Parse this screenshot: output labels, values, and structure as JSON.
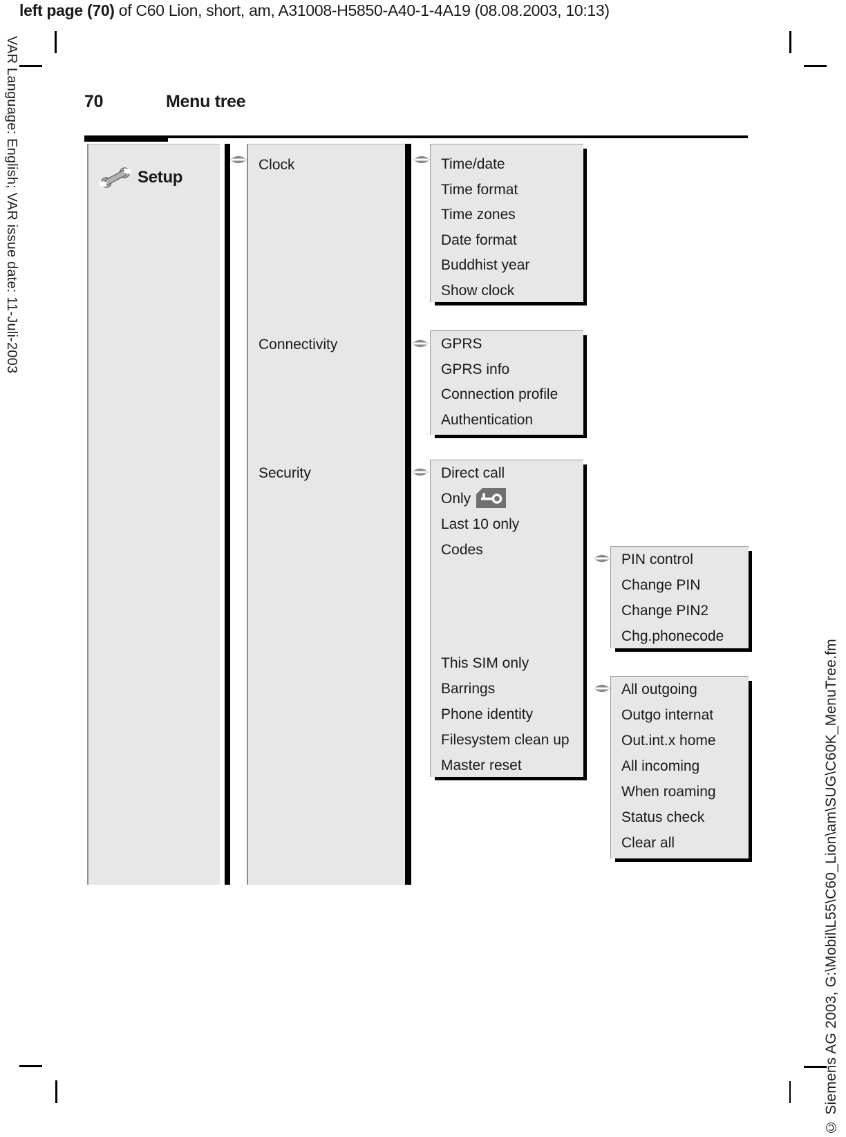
{
  "header": {
    "bold": "left page (70)",
    "rest": " of C60 Lion, short, am, A31008-H5850-A40-1-4A19 (08.08.2003, 10:13)"
  },
  "margins": {
    "left_text": "VAR Language: English; VAR issue date: 11-Juli-2003",
    "right_text": "© Siemens AG 2003, G:\\Mobil\\L55\\C60_Lion\\am\\SUG\\C60K_MenuTree.fm"
  },
  "heading": {
    "page_number": "70",
    "title": "Menu tree"
  },
  "tree": {
    "root": {
      "label": "Setup",
      "icon": "wrench-icon"
    },
    "level2": [
      {
        "label": "Clock"
      },
      {
        "label": "Connectivity"
      },
      {
        "label": "Security"
      }
    ],
    "submenus": {
      "clock": {
        "items": [
          "Time/date",
          "Time format",
          "Time zones",
          "Date format",
          "Buddhist year",
          "Show clock"
        ]
      },
      "connectivity": {
        "items": [
          "GPRS",
          "GPRS info",
          "Connection profile",
          "Authentication"
        ]
      },
      "security": {
        "items_top": [
          {
            "label": "Direct call"
          },
          {
            "label": "Only",
            "icon": "sim-lock-key-icon"
          },
          {
            "label": "Last 10 only"
          },
          {
            "label": "Codes"
          }
        ],
        "items_bottom": [
          "This SIM only",
          "Barrings",
          "Phone identity",
          "Filesystem clean up",
          "Master reset"
        ]
      },
      "codes": {
        "items": [
          "PIN control",
          "Change PIN",
          "Change PIN2",
          "Chg.phonecode"
        ]
      },
      "barrings": {
        "items": [
          "All outgoing",
          "Outgo internat",
          "Out.int.x home",
          "All incoming",
          "When roaming",
          "Status check",
          "Clear all"
        ]
      }
    },
    "connector_icon": "navigation-key-oval-icon"
  },
  "colors": {
    "panel_fill": "#e7e7e7",
    "panel_border": "#8e8e8e",
    "shadow_black": "#000000",
    "icon_gray": "#8a8a8a",
    "key_badge_gray": "#707070",
    "text": "#1a1a1a"
  }
}
